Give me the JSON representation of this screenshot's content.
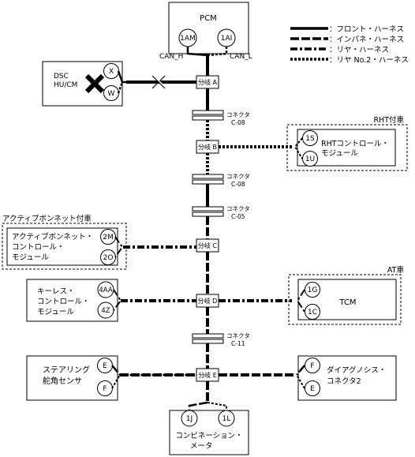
{
  "legend": [
    {
      "label": "：フロント・ハーネス",
      "style": "solid"
    },
    {
      "label": "：インパネ・ハーネス",
      "style": "dash"
    },
    {
      "label": "：リヤ・ハーネス",
      "style": "dashdot"
    },
    {
      "label": "：リヤ No.2・ハーネス",
      "style": "dot"
    }
  ],
  "modules": {
    "pcm": {
      "name": "PCM",
      "pin_left": "1AM",
      "pin_right": "1AI",
      "can_h": "CAN_H",
      "can_l": "CAN_L"
    },
    "dsc": {
      "line1": "DSC",
      "line2": "HU/CM",
      "pin_top": "X",
      "pin_bottom": "W"
    },
    "rht": {
      "option": "RHT付車",
      "line1": "RHTコントロール・",
      "line2": "モジュール",
      "pin_top": "1S",
      "pin_bottom": "1U"
    },
    "abm": {
      "option": "アクティブボンネット付車",
      "line1": "アクティブボンネット・",
      "line2": "コントロール・",
      "line3": "モジュール",
      "pin_top": "2M",
      "pin_bottom": "2O"
    },
    "keyless": {
      "line1": "キーレス・",
      "line2": "コントロール・",
      "line3": "モジュール",
      "pin_top": "4AA",
      "pin_bottom": "4Z"
    },
    "tcm": {
      "option": "AT車",
      "name": "TCM",
      "pin_top": "1G",
      "pin_bottom": "1C"
    },
    "steering": {
      "line1": "ステアリング",
      "line2": "舵角センサ",
      "pin_top": "E",
      "pin_bottom": "F"
    },
    "diag": {
      "line1": "ダイアグノシス・",
      "line2": "コネクタ2",
      "pin_top": "F",
      "pin_bottom": "E"
    },
    "combi": {
      "line1": "コンビネーション・",
      "line2": "メータ",
      "pin_left": "1J",
      "pin_right": "1L"
    }
  },
  "junctions": {
    "a": "分岐 A",
    "b": "分岐 B",
    "c": "分岐 C",
    "d": "分岐 D",
    "e": "分岐 E"
  },
  "connectors": [
    {
      "line1": "コネクタ",
      "line2": "C-08"
    },
    {
      "line1": "コネクタ",
      "line2": "C-08"
    },
    {
      "line1": "コネクタ",
      "line2": "C-05"
    },
    {
      "line1": "コネクタ",
      "line2": "C-11"
    }
  ]
}
